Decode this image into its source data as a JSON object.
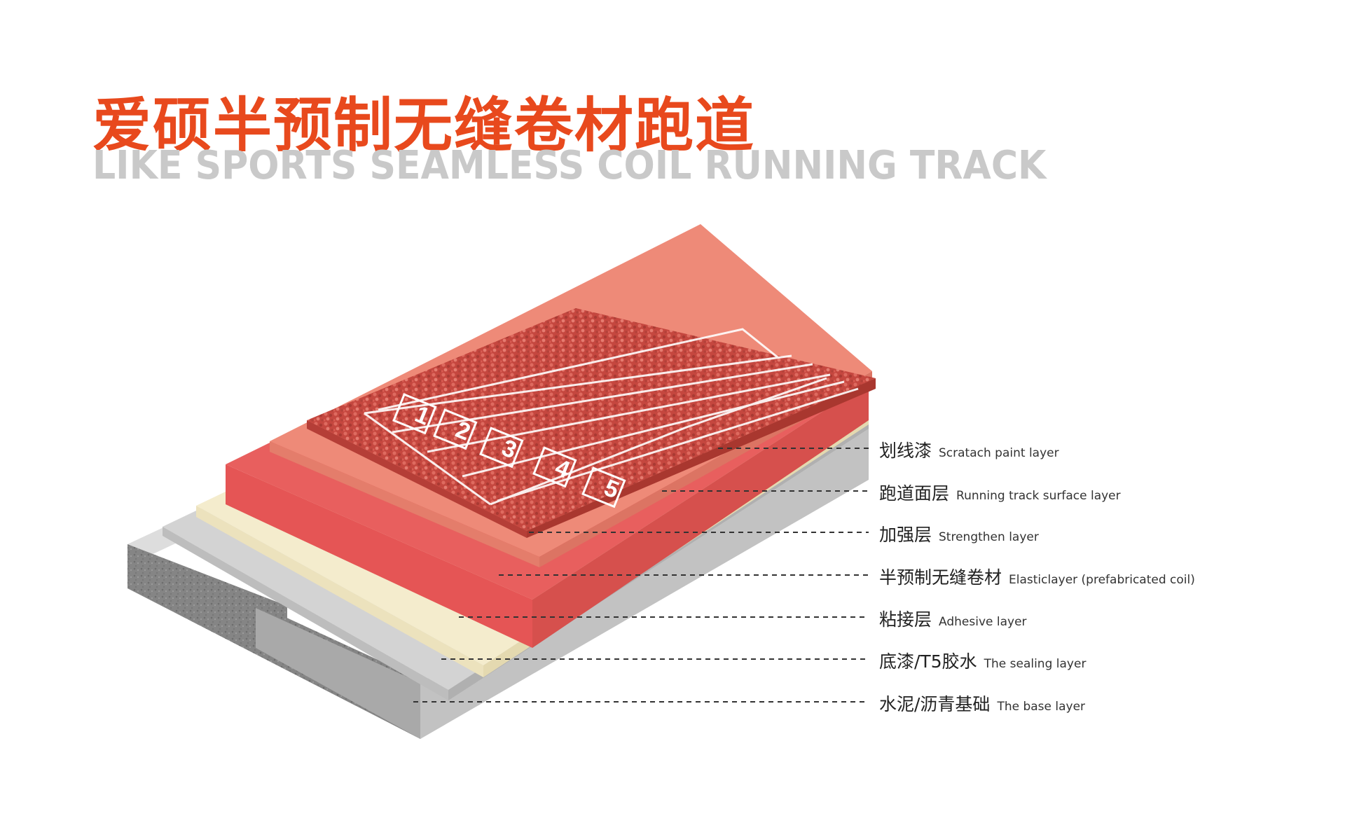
{
  "title": {
    "cn": "爱硕半预制无缝卷材跑道",
    "en": "LIKE SPORTS SEAMLESS COIL RUNNING TRACK"
  },
  "lane_numbers": [
    "1",
    "2",
    "3",
    "4",
    "5"
  ],
  "layers": [
    {
      "cn": "划线漆",
      "en": "Scratach paint layer"
    },
    {
      "cn": "跑道面层",
      "en": "Running track surface layer"
    },
    {
      "cn": "加强层",
      "en": "Strengthen layer"
    },
    {
      "cn": "半预制无缝卷材",
      "en": "Elasticlayer (prefabricated coil)"
    },
    {
      "cn": "粘接层",
      "en": "Adhesive layer"
    },
    {
      "cn": "底漆/T5胶水",
      "en": "The sealing layer"
    },
    {
      "cn": "水泥/沥青基础",
      "en": "The base layer"
    }
  ],
  "colors": {
    "title_accent": "#e8491d",
    "subtitle_gray": "#c9c9c9",
    "track_red": "#c9504a",
    "strengthen": "#ee8a78",
    "elastic": "#e85f5e",
    "adhesive": "#f4eccd",
    "sealing": "#bdbdbd",
    "base": "#a9a9a9"
  }
}
